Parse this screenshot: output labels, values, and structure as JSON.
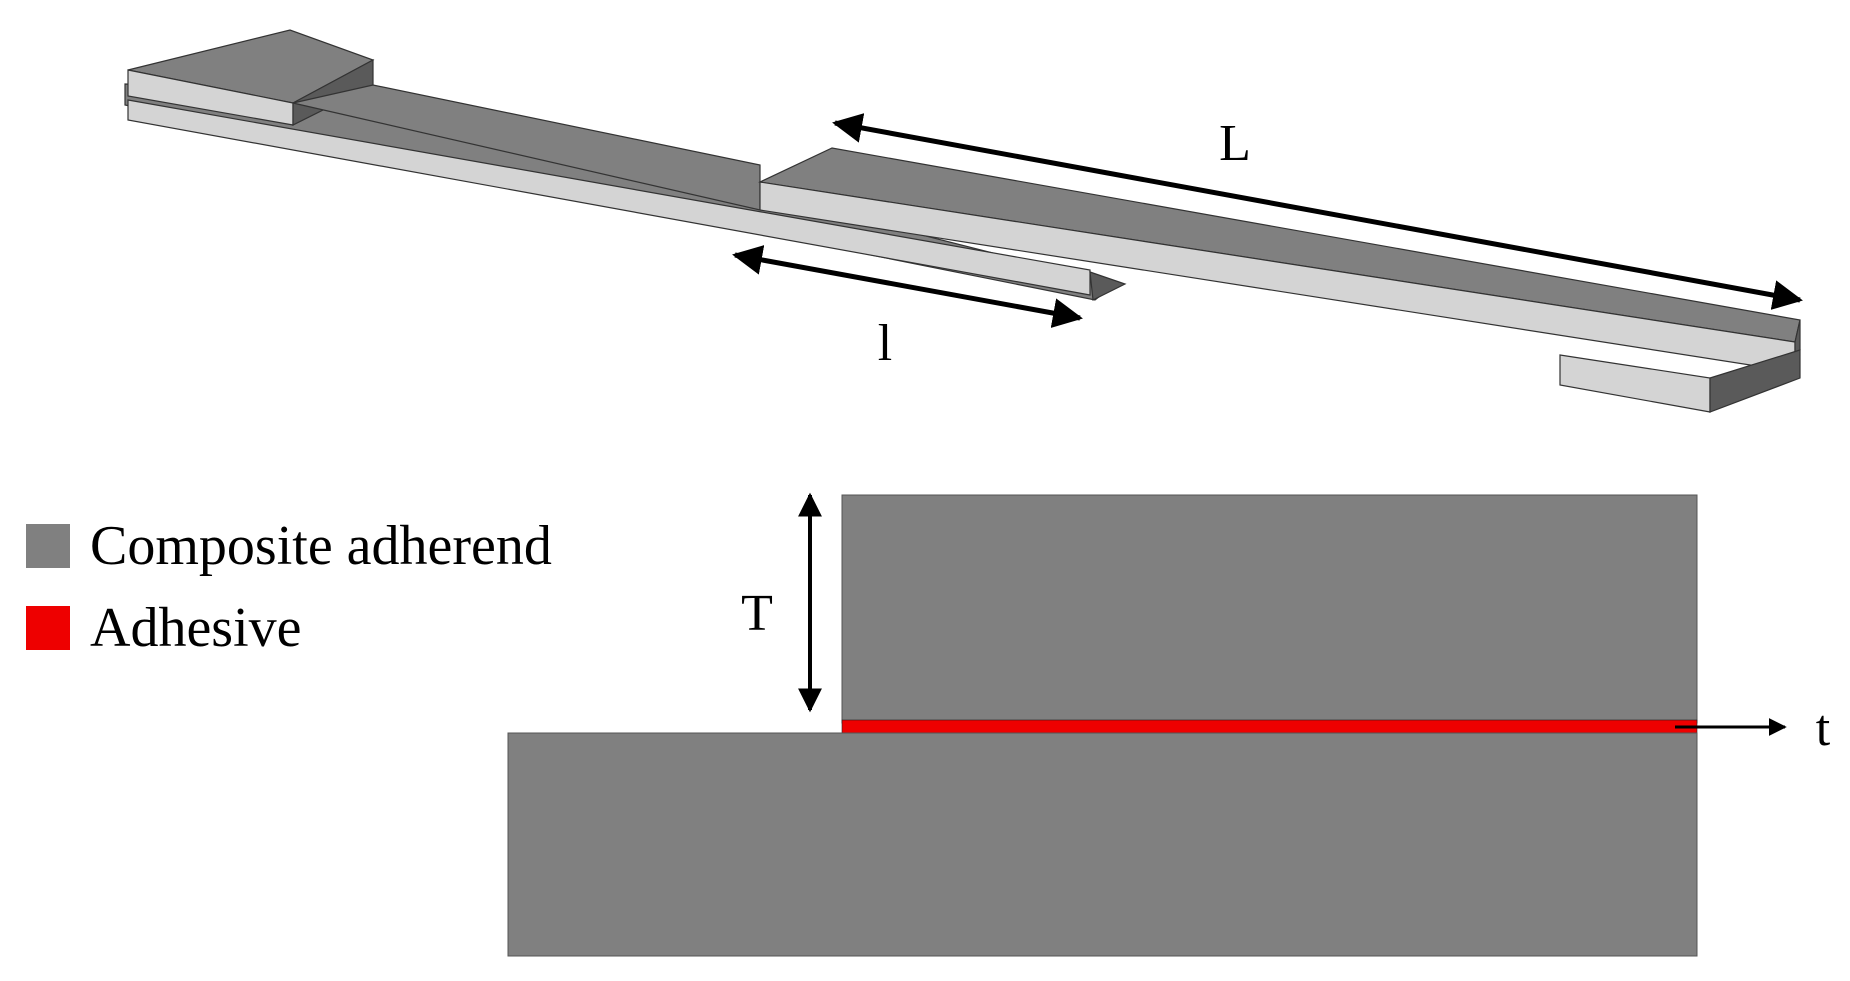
{
  "labels": {
    "overall_length": "L",
    "overlap_length": "l",
    "adherend_thickness": "T",
    "adhesive_thickness": "t"
  },
  "legend": [
    {
      "label": "Composite adherend",
      "color": "#808080"
    },
    {
      "label": "Adhesive",
      "color": "#ee0000"
    }
  ],
  "colors": {
    "adherend_top": "#808080",
    "adherend_side": "#d4d4d4",
    "adherend_end": "#5a5a5a",
    "adhesive": "#ee0000"
  }
}
